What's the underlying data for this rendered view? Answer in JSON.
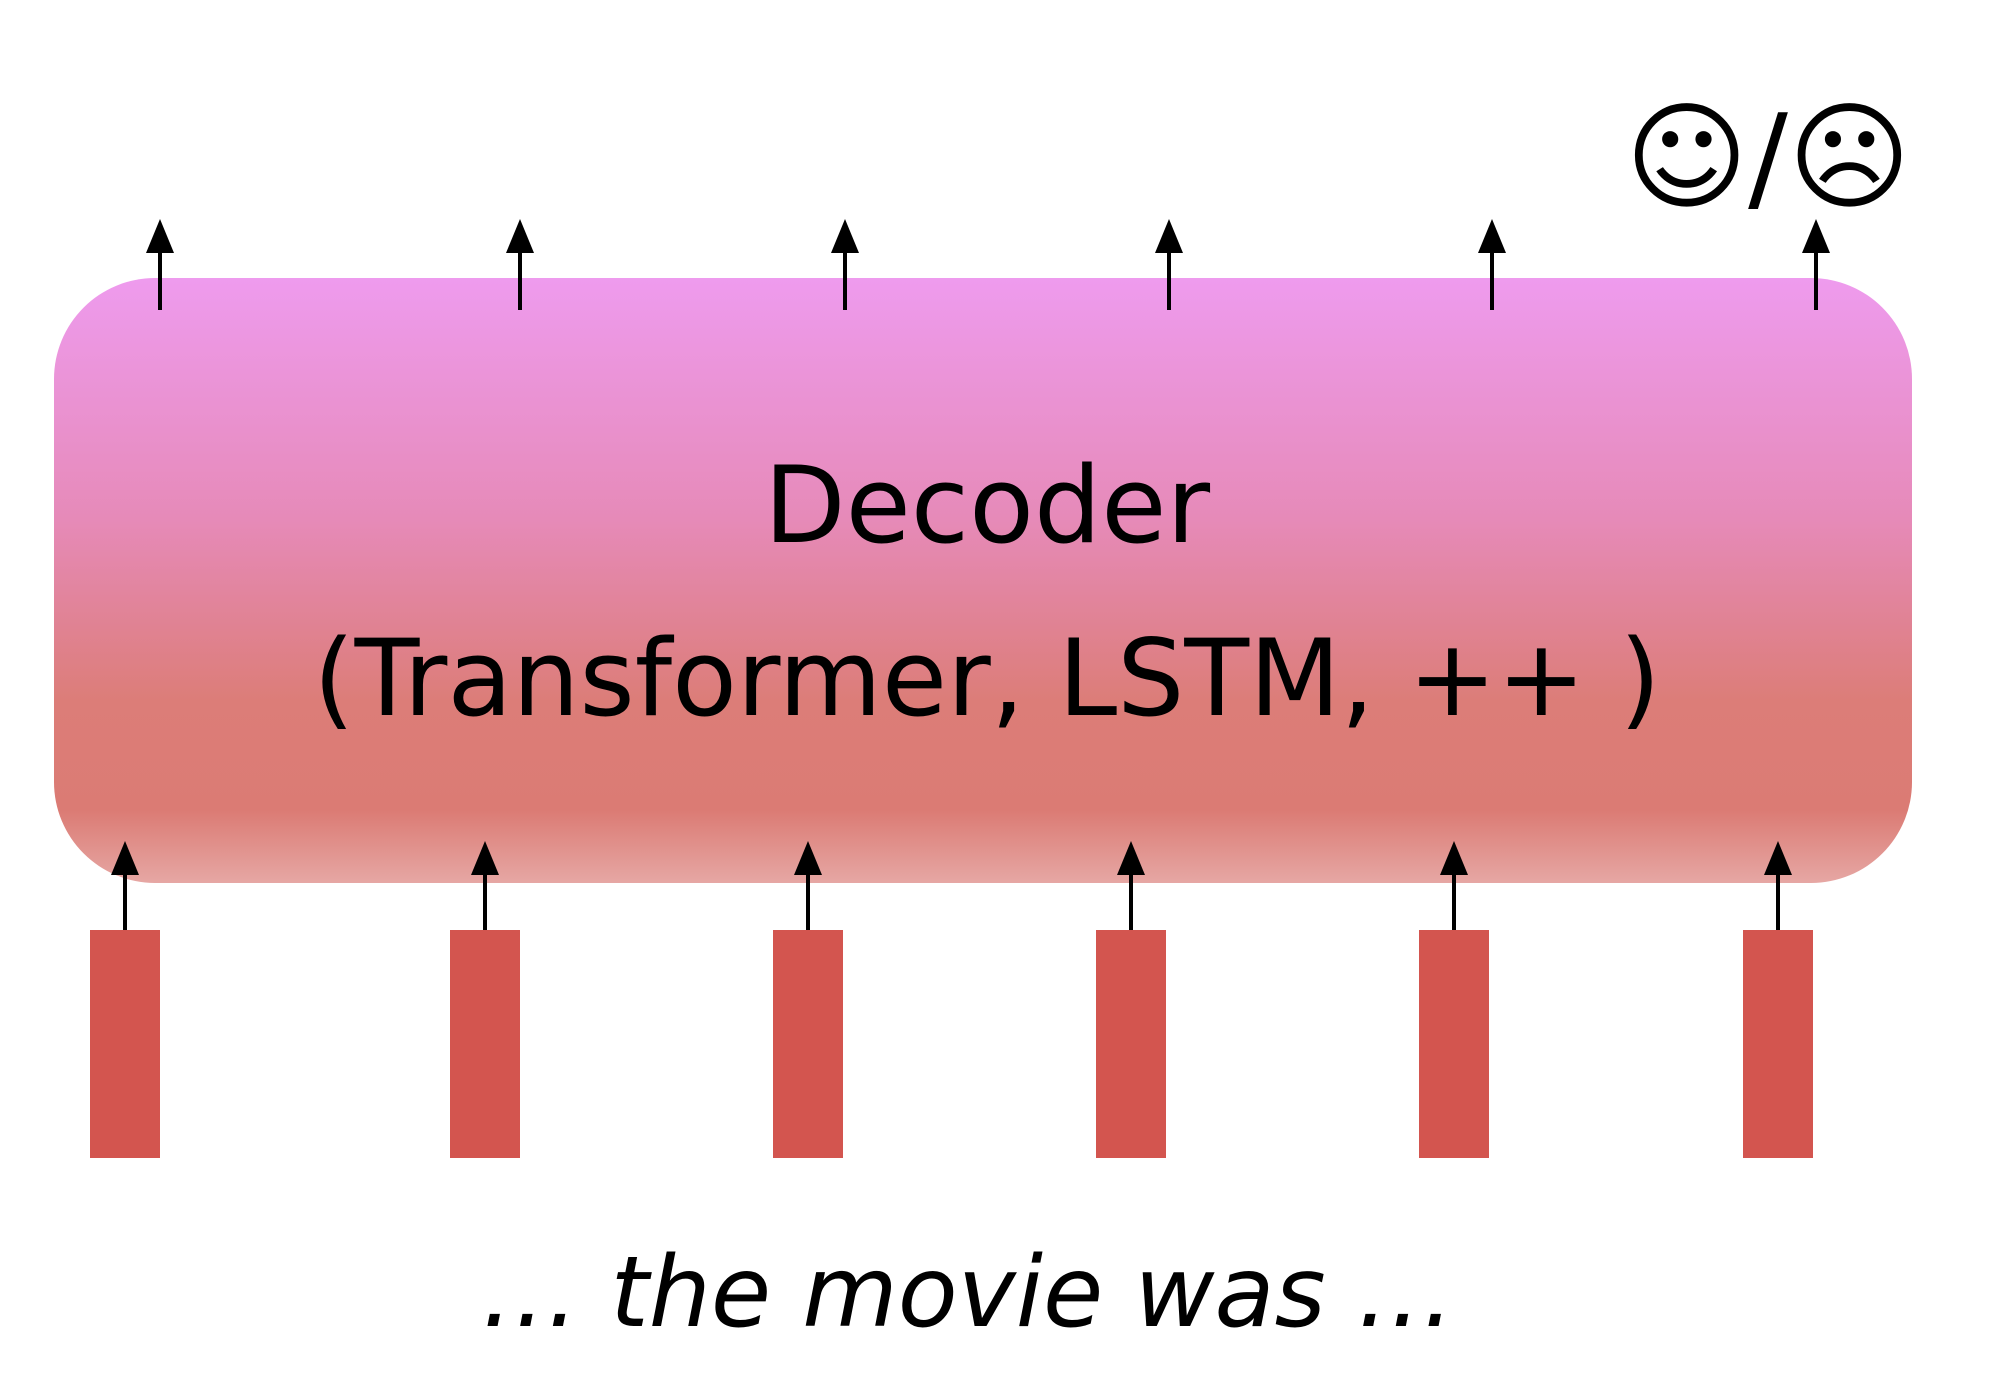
{
  "decoder": {
    "title": "Decoder",
    "subtitle": "(Transformer, LSTM, ++ )"
  },
  "output": {
    "label": "☺/☹",
    "happy_icon": "smiley-face",
    "sad_icon": "frowning-face"
  },
  "input_caption": "… the movie was …",
  "token_count": 6,
  "colors": {
    "box_top": "#EE9BEE",
    "box_bottom": "#DB7B74",
    "token": "#D3554F",
    "arrow": "#000000"
  }
}
